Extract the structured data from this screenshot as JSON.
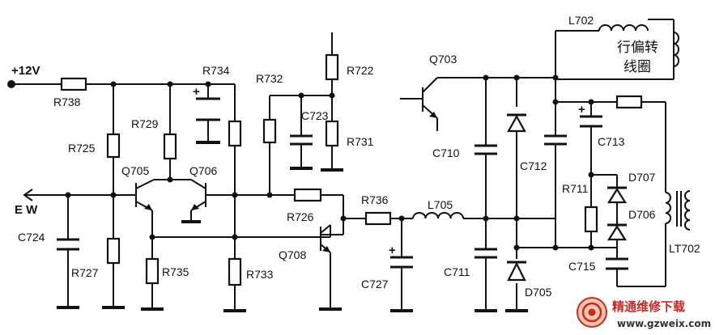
{
  "labels": {
    "vcc": "+12V",
    "ew": "E W",
    "R738": "R738",
    "R725": "R725",
    "R729": "R729",
    "R734": "R734",
    "R732": "R732",
    "R722": "R722",
    "C723": "C723",
    "R731": "R731",
    "Q703": "Q703",
    "L702": "L702",
    "coil_line1": "行偏转",
    "coil_line2": "线圈",
    "Q705": "Q705",
    "Q706": "Q706",
    "C724": "C724",
    "R727": "R727",
    "R735": "R735",
    "R733": "R733",
    "R726": "R726",
    "Q708": "Q708",
    "R736": "R736",
    "L705": "L705",
    "C727": "C727",
    "C710": "C710",
    "C711": "C711",
    "C712": "C712",
    "C713": "C713",
    "R711": "R711",
    "D707": "D707",
    "D706": "D706",
    "C715": "C715",
    "D705": "D705",
    "LT702": "LT702"
  },
  "watermark": {
    "title": "精通维修下载",
    "url": "www.gzweix.com",
    "accent": "#c62828"
  }
}
